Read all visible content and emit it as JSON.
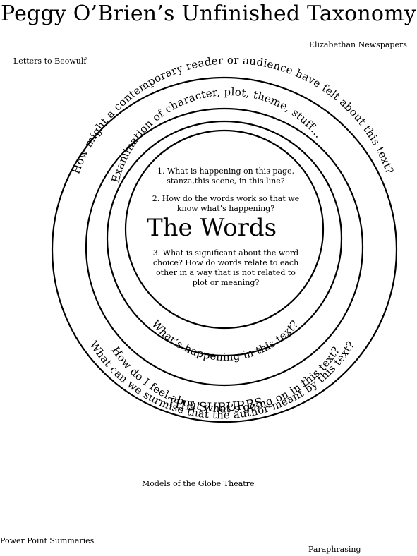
{
  "title": "Peggy O’Brien’s Unfinished Taxonomy",
  "outer_labels": {
    "top_left": "Letters to Beowulf",
    "top_right": "Elizabethan Newspapers",
    "bottom_center": "Models of the Globe Theatre",
    "bottom_left": "Power Point Summaries",
    "bottom_right": "Paraphrasing"
  },
  "rings": {
    "outer_top": "How might a contemporary reader or audience have felt about this text?",
    "middle_top": "Examination of character, plot, theme, stuff…",
    "inner_bottom": "What’s happening in this text?",
    "middle_bottom": "How do I feel about what’s going on in this text?",
    "outer_bottom": "What can we surmise that the author meant by this text?",
    "suburbs": "THE SUBURBS"
  },
  "center": {
    "title": "The Words",
    "q1": "1. What is happening on this page, stanza,this scene, in this line?",
    "q2": "2. How do the words work so that we know what’s happening?",
    "q3": "3. What is significant about the word choice?  How do words relate to each other in a way that is not related to plot or meaning?"
  }
}
